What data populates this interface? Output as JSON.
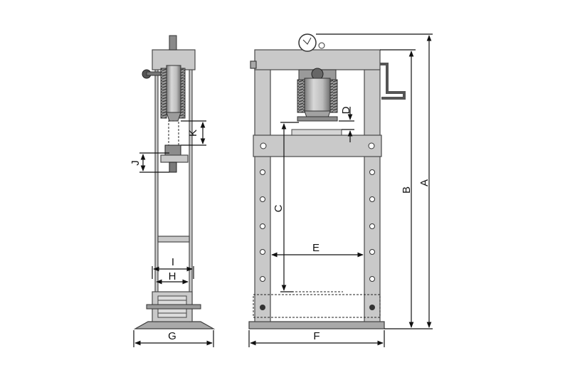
{
  "diagram": {
    "dimension_labels": {
      "A": "A",
      "B": "B",
      "C": "C",
      "D": "D",
      "E": "E",
      "F": "F",
      "G": "G",
      "H": "H",
      "I": "I",
      "J": "J",
      "K": "K"
    },
    "colors": {
      "frame": "#c9c9c9",
      "frame_dark": "#a9a9a9",
      "outline": "#3c3c3c",
      "dimension_line": "#111111",
      "background": "#ffffff"
    }
  }
}
